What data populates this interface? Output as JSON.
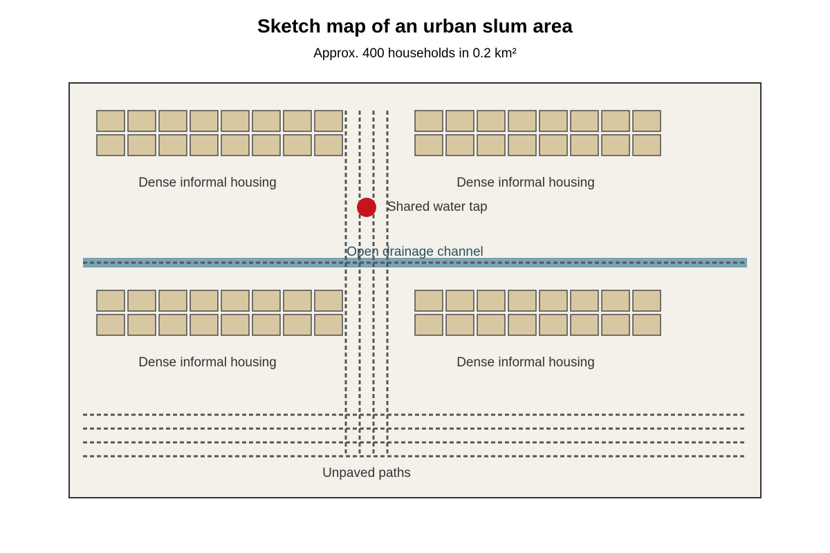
{
  "title": "Sketch map of an urban slum area",
  "subtitle": "Approx. 400 households in 0.2 km²",
  "labels": {
    "housing_nw": "Dense informal housing",
    "housing_ne": "Dense informal housing",
    "housing_sw": "Dense informal housing",
    "housing_se": "Dense informal housing",
    "water_tap": "Shared water tap",
    "drainage": "Open drainage channel",
    "paths": "Unpaved paths"
  },
  "colors": {
    "background": "#f3f1e9",
    "house_fill": "#d8c8a2",
    "house_stroke": "#4a4a4a",
    "path": "#555555",
    "drainage": "#7ba4b4",
    "drainage_label": "#2c4e5e",
    "water_tap": "#c4141c",
    "label_text": "#333333"
  },
  "housing_blocks": {
    "count": 4,
    "rows_per_block": 2,
    "houses_per_row": 8
  }
}
